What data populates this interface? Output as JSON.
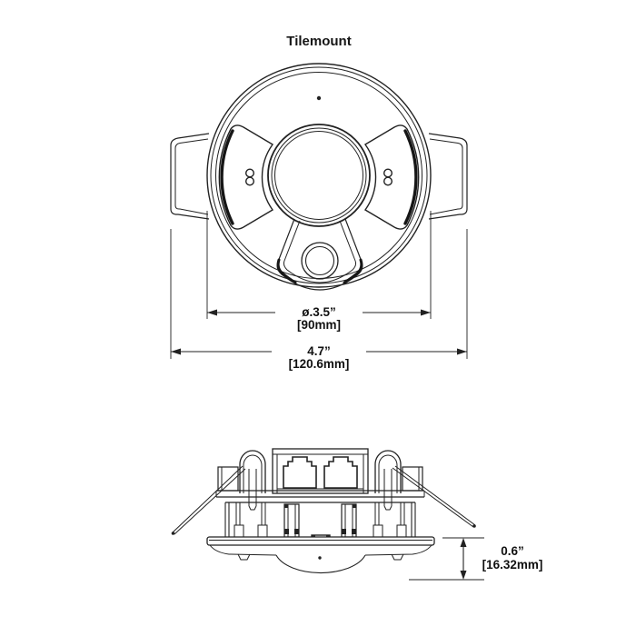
{
  "page": {
    "title": "Tilemount",
    "background_color": "#ffffff",
    "line_color": "#222222"
  },
  "views": {
    "top_view": {
      "description": "Tilemount sensor face with spring clips",
      "dim_diameter": {
        "inches": "ø.3.5”",
        "mm": "[90mm]"
      },
      "dim_overall": {
        "inches": "4.7”",
        "mm": "[120.6mm]"
      }
    },
    "side_view": {
      "description": "Tilemount profile with RJ45 ports, springs and dome lens",
      "dim_depth": {
        "inches": "0.6”",
        "mm": "[16.32mm]"
      }
    }
  }
}
